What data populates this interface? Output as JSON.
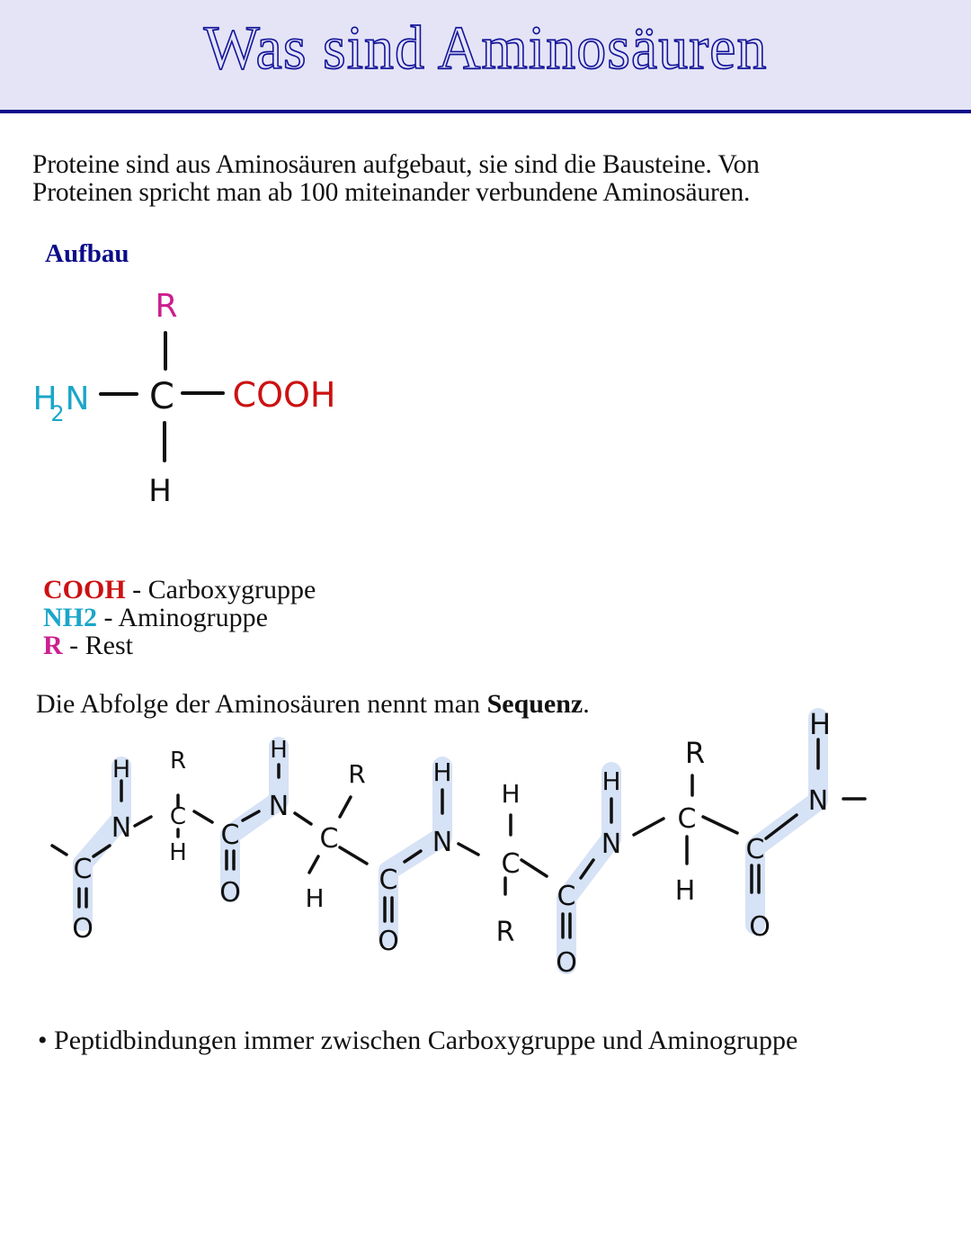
{
  "header": {
    "title": "Was sind Aminosäuren",
    "background_color": "#e4e4f6",
    "accent_color": "#0a0a8a"
  },
  "intro": {
    "line1": "Proteine sind aus Aminosäuren aufgebaut, sie sind die Bausteine. Von",
    "line2": "Proteinen spricht man ab 100 miteinander verbundene Aminosäuren."
  },
  "aufbau": {
    "heading": "Aufbau",
    "structure": {
      "top": "R",
      "left": "H",
      "left_sub": "2",
      "left_n": "N",
      "center": "C",
      "right": "COOH",
      "bottom": "H"
    },
    "colors": {
      "rest": "#cc1f8f",
      "amino": "#1ba6c9",
      "carboxy": "#cc1111"
    }
  },
  "legend": [
    {
      "key": "COOH",
      "dash": " - ",
      "label": "Carboxygruppe",
      "color": "#cc1111"
    },
    {
      "key": "NH2",
      "dash": " - ",
      "label": "Aminogruppe",
      "color": "#1ba6c9"
    },
    {
      "key": "R",
      "dash": " - ",
      "label": "Rest",
      "color": "#cc1f8f"
    }
  ],
  "sequence": {
    "text_before": "Die Abfolge der Aminosäuren nennt man ",
    "bold_word": "Sequenz",
    "text_after": ".",
    "highlight_color": "#d6e2f5",
    "atoms": {
      "C": "C",
      "N": "N",
      "O": "O",
      "H": "H",
      "R": "R"
    }
  },
  "bullets": [
    {
      "symbol": "•",
      "text": "Peptidbindungen immer zwischen Carboxygruppe und Aminogruppe"
    }
  ]
}
